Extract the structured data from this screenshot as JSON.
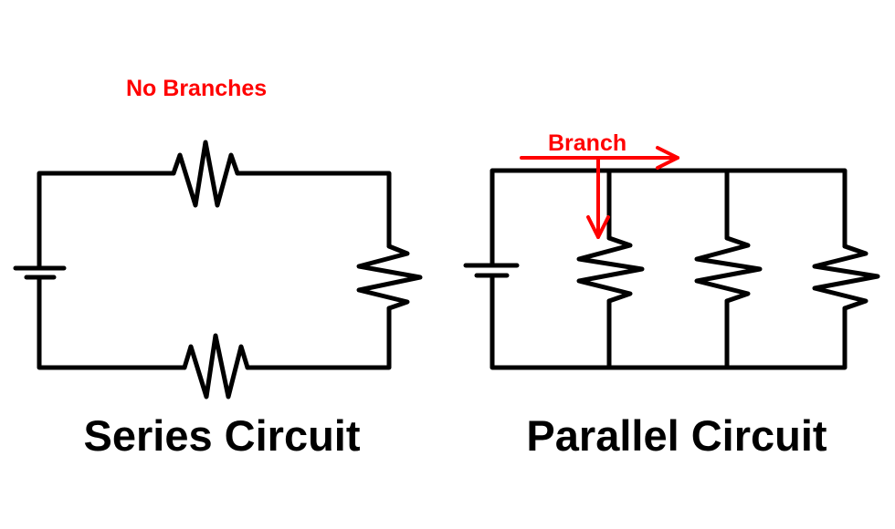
{
  "series": {
    "title": "Series Circuit",
    "annotation": "No Branches",
    "components": [
      {
        "type": "battery",
        "position": "left"
      },
      {
        "type": "resistor",
        "position": "top"
      },
      {
        "type": "resistor",
        "position": "right"
      },
      {
        "type": "resistor",
        "position": "bottom"
      }
    ]
  },
  "parallel": {
    "title": "Parallel Circuit",
    "annotation": "Branch",
    "components": [
      {
        "type": "battery",
        "position": "left"
      },
      {
        "type": "resistor",
        "position": "branch-1"
      },
      {
        "type": "resistor",
        "position": "branch-2"
      },
      {
        "type": "resistor",
        "position": "branch-3"
      }
    ]
  },
  "colors": {
    "wire": "#000000",
    "annotation": "#ff0000",
    "background": "#ffffff"
  }
}
